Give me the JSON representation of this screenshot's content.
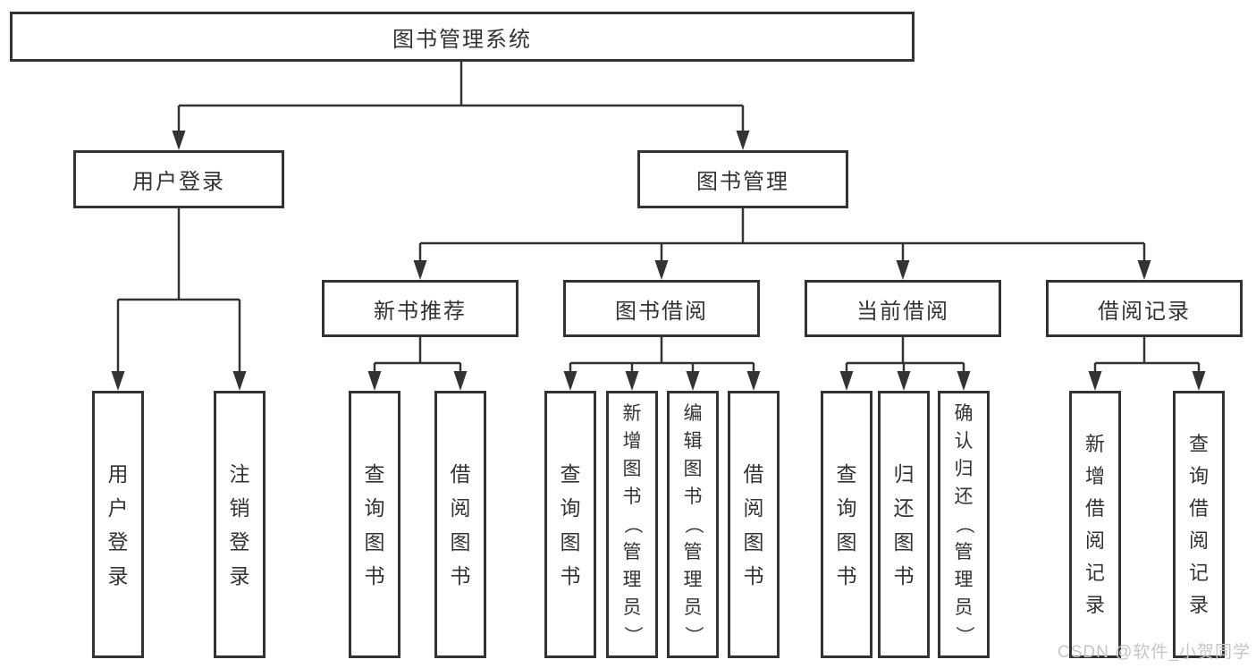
{
  "diagram_title": "图书管理系统",
  "nodes": {
    "root": "图书管理系统",
    "user_login": "用户登录",
    "book_mgmt": "图书管理",
    "new_book_rec": "新书推荐",
    "book_borrow": "图书借阅",
    "current_borrow": "当前借阅",
    "borrow_records": "借阅记录",
    "leaves": {
      "user_login": [
        "用户登录",
        "注销登录"
      ],
      "new_book_rec": [
        "查询图书",
        "借阅图书"
      ],
      "book_borrow": [
        "查询图书",
        "新增图书（管理员）",
        "编辑图书（管理员）",
        "借阅图书"
      ],
      "current_borrow": [
        "查询图书",
        "归还图书",
        "确认归还（管理员）"
      ],
      "borrow_records": [
        "新增借阅记录",
        "查询借阅记录"
      ]
    }
  },
  "watermark": "CSDN @软件_小贺同学",
  "colors": {
    "line": "#333333",
    "text": "#333333",
    "box_background": "#ffffff",
    "watermark": "#c6c6c6",
    "background": "#ffffff"
  }
}
